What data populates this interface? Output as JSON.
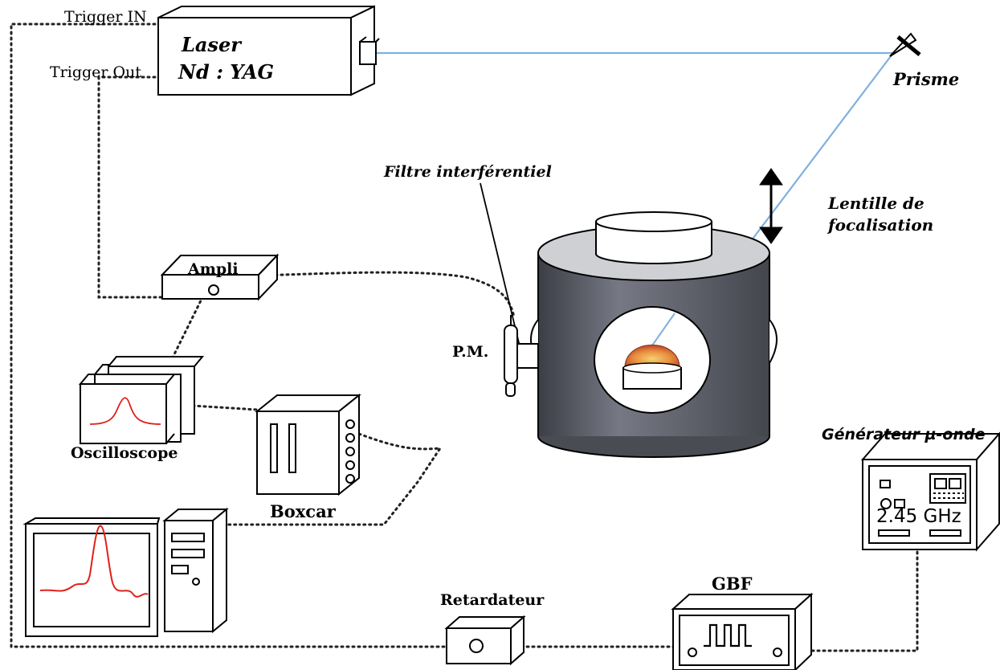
{
  "diagram": {
    "trigger_in": "Trigger IN",
    "trigger_out": "Trigger Out",
    "laser_line1": "Laser",
    "laser_line2": "Nd : YAG",
    "prisme": "Prisme",
    "filtre": "Filtre interférentiel",
    "lentille_line1": "Lentille de",
    "lentille_line2": "focalisation",
    "ampli": "Ampli",
    "pm": "P.M.",
    "generateur": "Générateur µ-onde",
    "oscilloscope": "Oscilloscope",
    "boxcar": "Boxcar",
    "frequency": "2.45 GHz",
    "retardateur": "Retardateur",
    "gbf": "GBF"
  },
  "colors": {
    "beam": "#7fb0de",
    "plasma": "#e07a3a",
    "cylinder": "#5a5c66",
    "signal": "#e0201a"
  }
}
